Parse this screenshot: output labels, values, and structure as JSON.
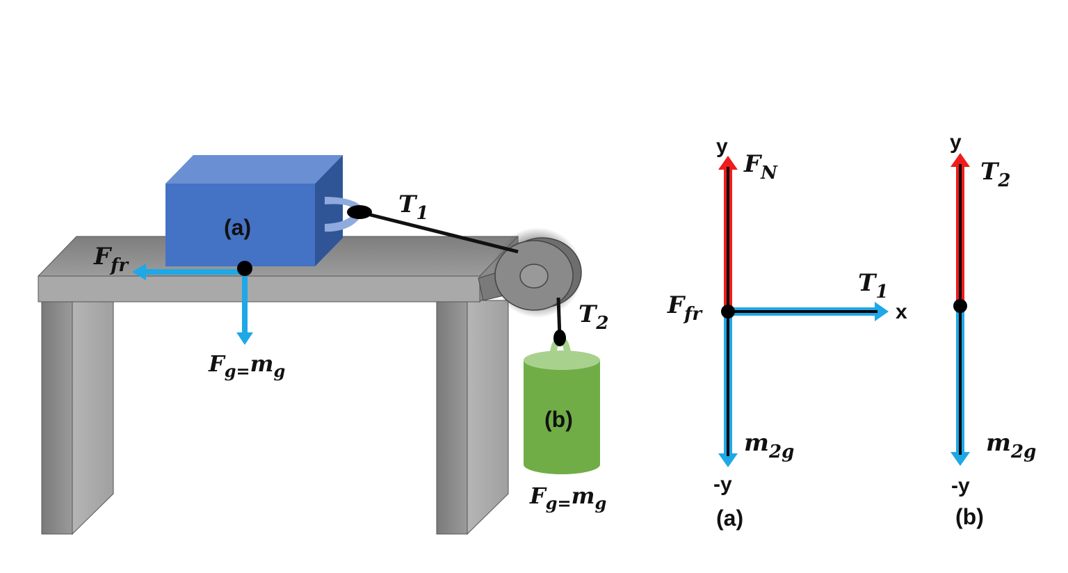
{
  "scene": {
    "block_a_label": "(a)",
    "block_b_label": "(b)",
    "friction": {
      "main": "F",
      "sub": "fr"
    },
    "tension1": {
      "main": "T",
      "sub": "1"
    },
    "tension2": {
      "main": "T",
      "sub": "2"
    },
    "weight_a": {
      "f": "F",
      "g1": "g=",
      "m": "m",
      "g2": "g"
    },
    "weight_b": {
      "f": "F",
      "g1": "g=",
      "m": "m",
      "g2": "g"
    }
  },
  "fbd_a": {
    "y_label": "y",
    "neg_y_label": "-y",
    "x_label": "x",
    "normal": {
      "main": "F",
      "sub": "N"
    },
    "friction": {
      "main": "F",
      "sub": "fr"
    },
    "tension": {
      "main": "T",
      "sub": "1"
    },
    "weight": {
      "main": "m",
      "sub": "2g"
    },
    "caption": "(a)"
  },
  "fbd_b": {
    "y_label": "y",
    "neg_y_label": "-y",
    "tension": {
      "main": "T",
      "sub": "2"
    },
    "weight": {
      "main": "m",
      "sub": "2g"
    },
    "caption": "(b)"
  },
  "colors": {
    "up_force": "#ee1c1c",
    "down_force": "#1ea8e6",
    "block_a": "#4472c4",
    "block_b": "#70ad47",
    "table": "#8c8c8c"
  }
}
